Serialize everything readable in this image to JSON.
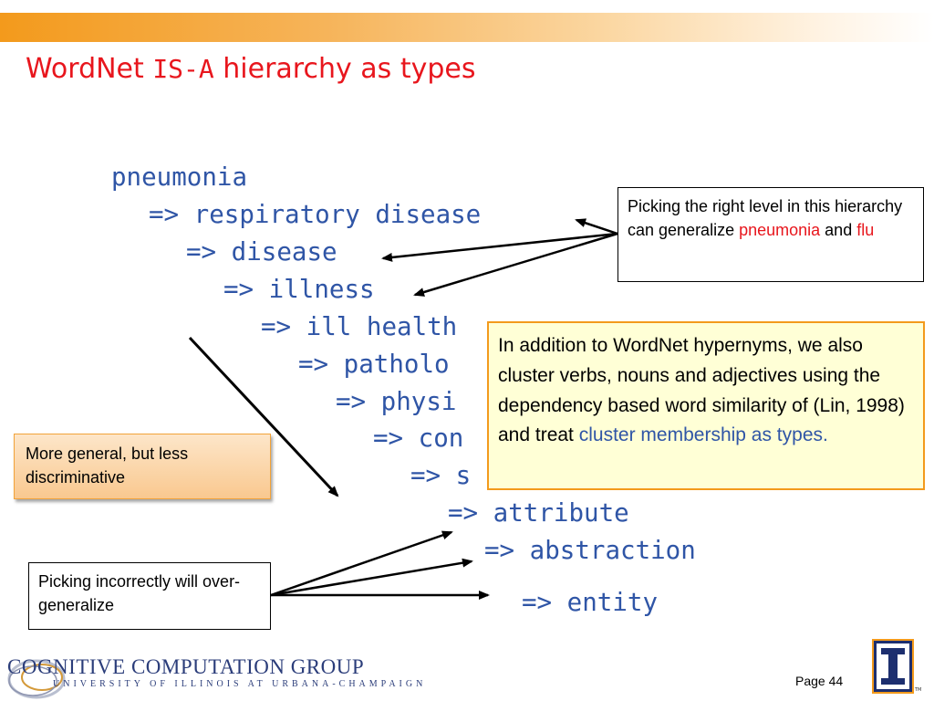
{
  "slide": {
    "title_pre": "WordNet ",
    "title_code": "IS-A",
    "title_post": " hierarchy as types",
    "page_label": "Page 44"
  },
  "hierarchy": [
    "pneumonia",
    "=> respiratory disease",
    "=> disease",
    "=> illness",
    "=> ill health",
    "=> patholo",
    "=> physi",
    "=> con",
    "=> s",
    "=> attribute",
    "=> abstraction",
    "=> entity"
  ],
  "callouts": {
    "right_level": {
      "text_prefix": "Picking the right level in this hierarchy can generalize ",
      "term1": "pneumonia",
      "joiner": " and ",
      "term2": "flu"
    },
    "cluster": {
      "text": "In addition to WordNet hypernyms, we also cluster verbs, nouns and adjectives using the dependency based word similarity of (Lin, 1998) and treat ",
      "highlight": "cluster membership as types."
    },
    "general": {
      "text": "More general, but less discriminative"
    },
    "incorrect": {
      "text": "Picking incorrectly will over-generalize"
    }
  },
  "footer": {
    "group_name": "COGNITIVE COMPUTATION GROUP",
    "university": "UNIVERSITY OF ILLINOIS AT URBANA-CHAMPAIGN",
    "logo_letter": "I",
    "trademark": "TM"
  },
  "colors": {
    "title": "#e8161d",
    "hierarchy_text": "#2f55a6",
    "highlight_red": "#e8161d",
    "highlight_blue": "#2f55a6",
    "orange_border": "#f39a1c",
    "yellow_fill": "#ffffd6"
  },
  "icons": [
    "illinois-block-i-icon",
    "ccg-swirl-logo-icon"
  ]
}
